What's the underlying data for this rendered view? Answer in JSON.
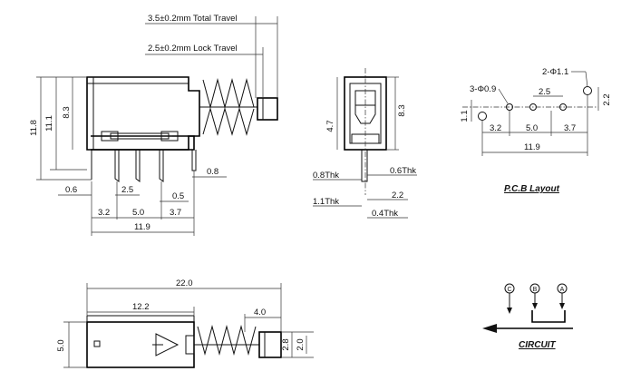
{
  "dims": {
    "total_travel": "3.5±0.2mm Total Travel",
    "lock_travel": "2.5±0.2mm Lock Travel",
    "side_h_11_8": "11.8",
    "side_h_11_1": "11.1",
    "side_h_8_3": "8.3",
    "pin_0_8": "0.8",
    "pin_0_6": "0.6",
    "pin_2_5": "2.5",
    "pin_0_5": "0.5",
    "pitch_3_2": "3.2",
    "pitch_5_0": "5.0",
    "pitch_3_7": "3.7",
    "total_11_9": "11.9",
    "end_4_7": "4.7",
    "end_8_3": "8.3",
    "end_0_8thk": "0.8Thk",
    "end_0_6thk": "0.6Thk",
    "end_1_1thk": "1.1Thk",
    "end_2_2": "2.2",
    "end_0_4thk": "0.4Thk",
    "pcb_holes_small": "3-Φ0.9",
    "pcb_holes_big": "2-Φ1.1",
    "pcb_2_5": "2.5",
    "pcb_1_1": "1.1",
    "pcb_2_2": "2.2",
    "pcb_3_2": "3.2",
    "pcb_5_0": "5.0",
    "pcb_3_7": "3.7",
    "pcb_11_9": "11.9",
    "top_22_0": "22.0",
    "top_12_2": "12.2",
    "top_4_0": "4.0",
    "top_5_0": "5.0",
    "top_2_8": "2.8",
    "top_2_0": "2.0"
  },
  "labels": {
    "pcb_layout": "P.C.B Layout",
    "circuit": "CIRCUIT",
    "terminal_c": "C",
    "terminal_b": "B",
    "terminal_a": "A"
  }
}
